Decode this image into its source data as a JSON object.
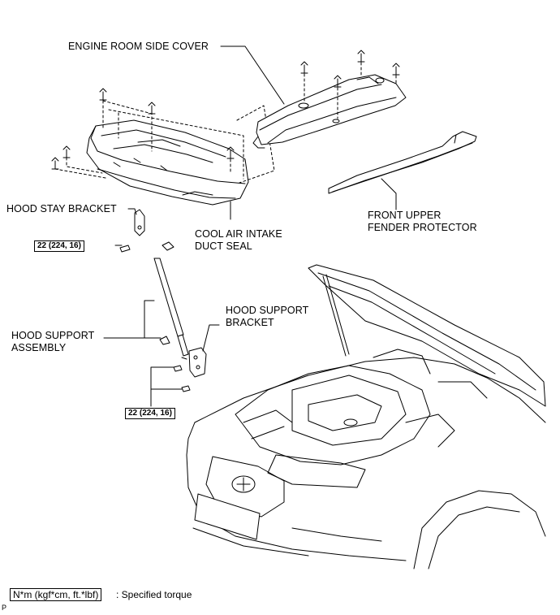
{
  "labels": {
    "engine_room_side_cover": "ENGINE ROOM SIDE COVER",
    "hood_stay_bracket": "HOOD STAY BRACKET",
    "cool_air_line1": "COOL AIR INTAKE",
    "cool_air_line2": "DUCT SEAL",
    "front_upper_line1": "FRONT UPPER",
    "front_upper_line2": "FENDER PROTECTOR",
    "hood_support_assembly_line1": "HOOD SUPPORT",
    "hood_support_assembly_line2": "ASSEMBLY",
    "hood_support_bracket_line1": "HOOD SUPPORT",
    "hood_support_bracket_line2": "BRACKET"
  },
  "torques": {
    "upper": "22 (224, 16)",
    "lower": "22 (224, 16)"
  },
  "legend": {
    "unit": "N*m (kgf*cm, ft.*lbf)",
    "description": ": Specified torque"
  },
  "corner_mark": "P"
}
